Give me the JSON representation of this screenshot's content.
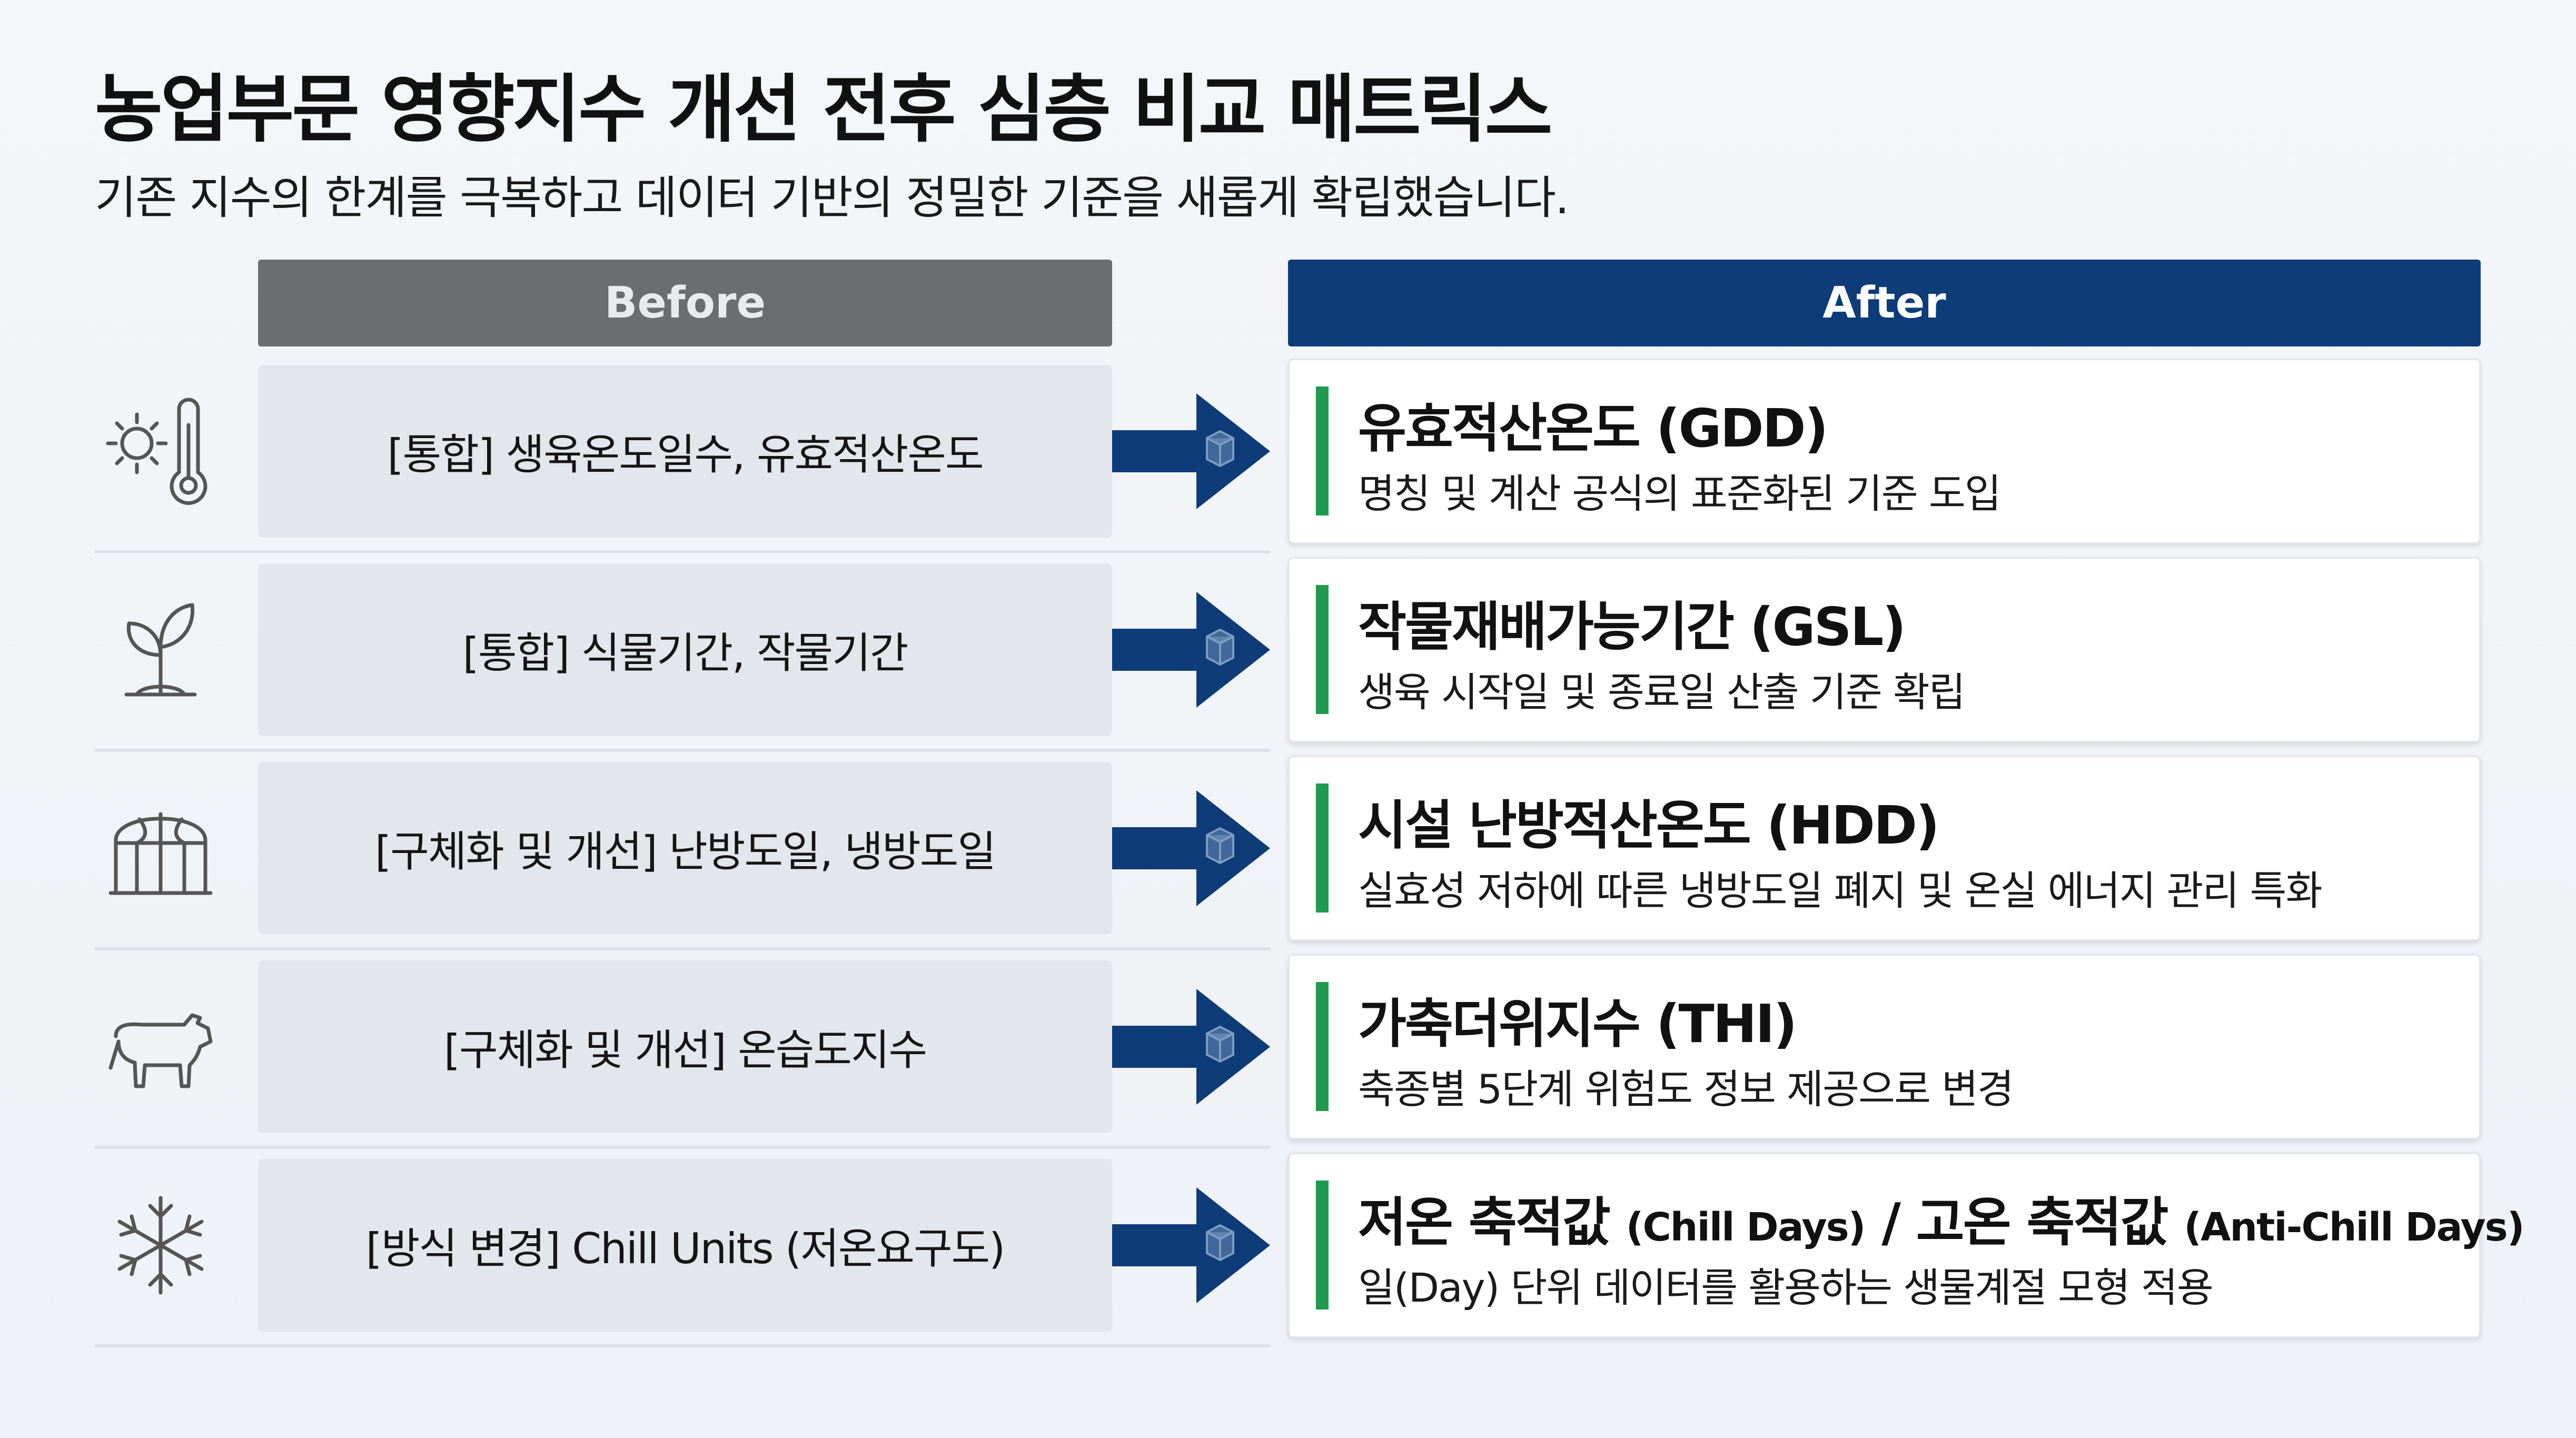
{
  "header": {
    "title": "농업부문 영향지수 개선 전후 심층 비교 매트릭스",
    "subtitle": "기존 지수의 한계를 극복하고 데이터 기반의 정밀한 기준을 새롭게 확립했습니다."
  },
  "columns": {
    "before": "Before",
    "after": "After"
  },
  "colors": {
    "before_header": "#6b6e71",
    "after_header": "#0d3c78",
    "accent_bar": "#1f9a4e",
    "arrow": "#0d3c78"
  },
  "rows": [
    {
      "icon": "sun-thermometer-icon",
      "before": "[통합] 생육온도일수, 유효적산온도",
      "after_title": [
        {
          "text": "유효적산온도 (GDD)",
          "small": false
        }
      ],
      "after_sub": "명칭 및 계산 공식의 표준화된 기준 도입"
    },
    {
      "icon": "sprout-icon",
      "before": "[통합] 식물기간, 작물기간",
      "after_title": [
        {
          "text": "작물재배가능기간 (GSL)",
          "small": false
        }
      ],
      "after_sub": "생육 시작일 및 종료일 산출 기준 확립"
    },
    {
      "icon": "greenhouse-icon",
      "before": "[구체화 및 개선] 난방도일, 냉방도일",
      "after_title": [
        {
          "text": "시설 난방적산온도 (HDD)",
          "small": false
        }
      ],
      "after_sub": "실효성 저하에 따른 냉방도일 폐지 및 온실 에너지 관리 특화"
    },
    {
      "icon": "cow-icon",
      "before": "[구체화 및 개선] 온습도지수",
      "after_title": [
        {
          "text": "가축더위지수 (THI)",
          "small": false
        }
      ],
      "after_sub": "축종별 5단계 위험도 정보 제공으로 변경"
    },
    {
      "icon": "snowflake-icon",
      "before": "[방식 변경] Chill Units (저온요구도)",
      "after_title": [
        {
          "text": "저온 축적값 ",
          "small": false
        },
        {
          "text": "(Chill Days)",
          "small": true
        },
        {
          "text": " / 고온 축적값 ",
          "small": false
        },
        {
          "text": "(Anti-Chill Days)",
          "small": true
        }
      ],
      "after_sub": "일(Day) 단위 데이터를 활용하는 생물계절 모형 적용"
    }
  ]
}
